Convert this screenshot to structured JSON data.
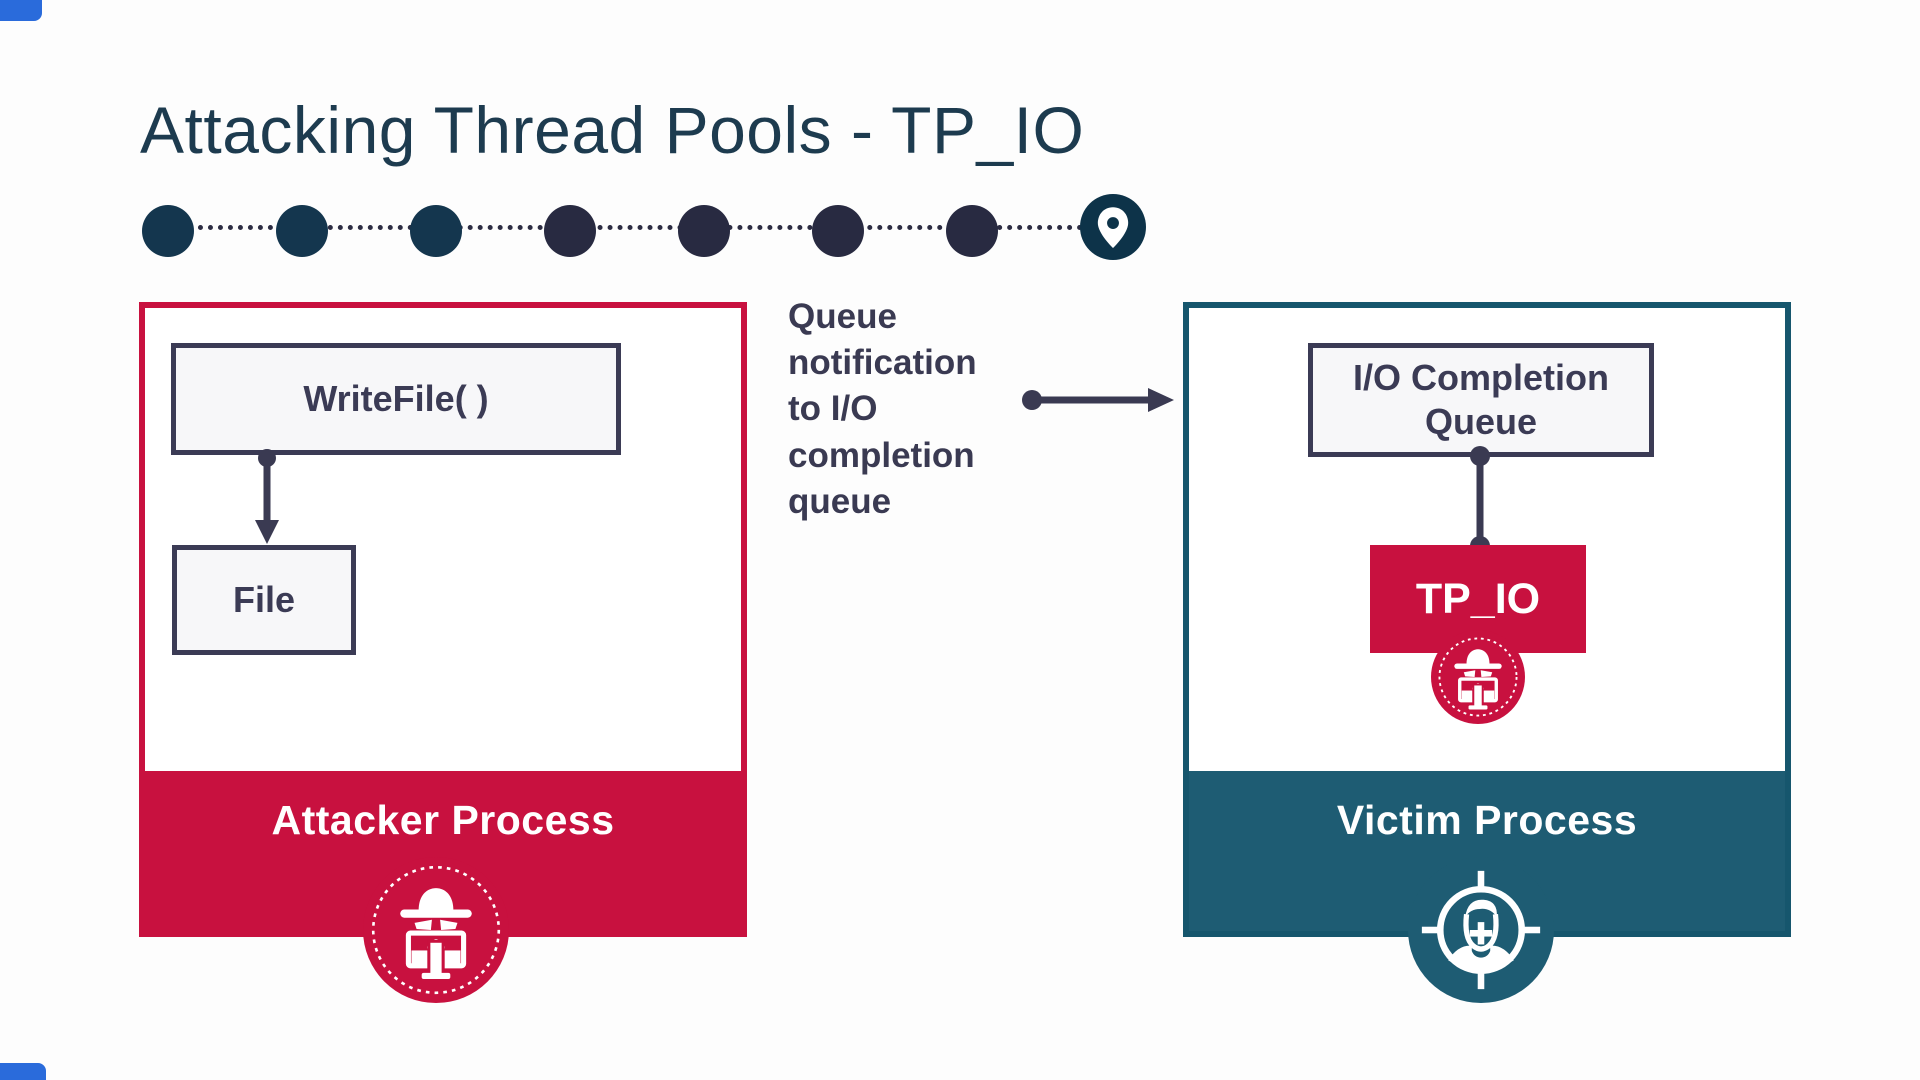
{
  "slide": {
    "title": "Attacking Thread Pools - TP_IO"
  },
  "progress": {
    "steps_total": 8,
    "current_step": 8,
    "marker_style": "dots-with-location-pin-at-current"
  },
  "flow": {
    "annotation": "Queue notification to I/O completion queue",
    "attacker": {
      "title": "Attacker Process",
      "write_file_label": "WriteFile( )",
      "file_label": "File"
    },
    "victim": {
      "title": "Victim Process",
      "io_queue_label": "I/O Completion Queue",
      "tp_io_label": "TP_IO"
    }
  },
  "icons": {
    "pin": "location-pin-icon",
    "attacker": "hacker-icon",
    "victim": "target-person-icon"
  },
  "colors": {
    "crimson": "#c8113f",
    "teal_footer": "#1e5c73",
    "teal_border": "#16566d",
    "navy_ink": "#3b3b55",
    "title_ink": "#1d3b4f",
    "dot_teal": "#14364e",
    "dot_indigo": "#282a41",
    "pin_navy": "#0d3349",
    "corner_blue": "#2a6bdb",
    "node_bg": "#f7f7f9"
  }
}
